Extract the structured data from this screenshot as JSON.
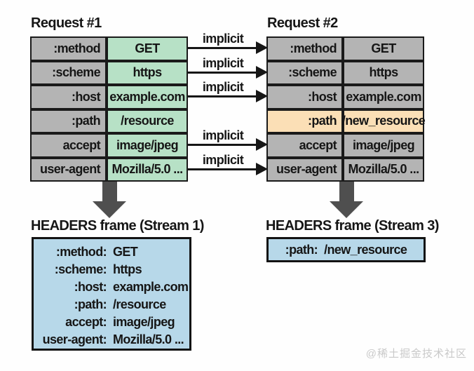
{
  "request1": {
    "title": "Request #1",
    "rows": [
      {
        "label": ":method",
        "value": "GET"
      },
      {
        "label": ":scheme",
        "value": "https"
      },
      {
        "label": ":host",
        "value": "example.com"
      },
      {
        "label": ":path",
        "value": "/resource"
      },
      {
        "label": "accept",
        "value": "image/jpeg"
      },
      {
        "label": "user-agent",
        "value": "Mozilla/5.0 ..."
      }
    ]
  },
  "request2": {
    "title": "Request #2",
    "highlighted_row": ":path",
    "rows": [
      {
        "label": ":method",
        "value": "GET"
      },
      {
        "label": ":scheme",
        "value": "https"
      },
      {
        "label": ":host",
        "value": "example.com"
      },
      {
        "label": ":path",
        "value": "/new_resource"
      },
      {
        "label": "accept",
        "value": "image/jpeg"
      },
      {
        "label": "user-agent",
        "value": "Mozilla/5.0 ..."
      }
    ]
  },
  "arrows": {
    "label": "implicit",
    "count": 5,
    "connected_rows": [
      ":method",
      ":scheme",
      ":host",
      "accept",
      "user-agent"
    ]
  },
  "frame1": {
    "title": "HEADERS frame (Stream 1)",
    "entries": [
      {
        "label": ":method:",
        "value": "GET"
      },
      {
        "label": ":scheme:",
        "value": "https"
      },
      {
        "label": ":host:",
        "value": "example.com"
      },
      {
        "label": ":path:",
        "value": "/resource"
      },
      {
        "label": "accept:",
        "value": "image/jpeg"
      },
      {
        "label": "user-agent:",
        "value": "Mozilla/5.0 ..."
      }
    ]
  },
  "frame2": {
    "title": "HEADERS frame (Stream 3)",
    "entries": [
      {
        "label": ":path:",
        "value": "/new_resource"
      }
    ]
  },
  "watermark": "@稀土掘金技术社区",
  "colors": {
    "cell_gray": "#b4b4b4",
    "cell_green": "#b7e1c6",
    "highlight_orange": "#fbdfb6",
    "frame_blue": "#b7d8e9",
    "border_black": "#1a1a1a",
    "down_arrow_gray": "#4f4f4f",
    "watermark_gray": "#c9c9c9"
  }
}
